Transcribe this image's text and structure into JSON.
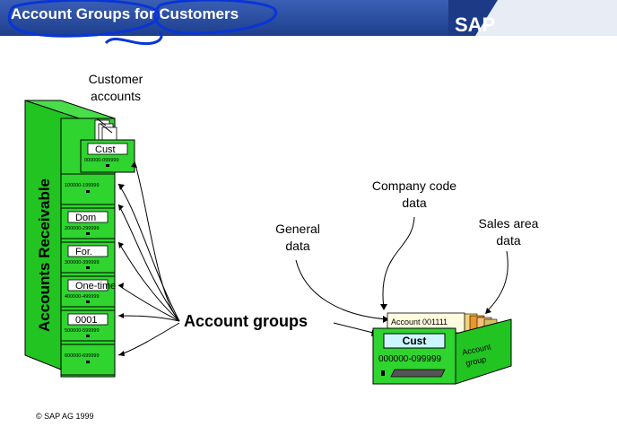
{
  "header": {
    "title": "Account Groups for Customers",
    "logo_text": "SAP",
    "bar_color": "#2a4b9b",
    "annotation_color": "#0a35d6"
  },
  "diagram": {
    "cabinet": {
      "vertical_label": "Accounts Receivable",
      "color": "#2fd42f",
      "drawers": [
        {
          "label": "Cust",
          "range": "000000-099999"
        },
        {
          "label": "",
          "range": "100000-199999"
        },
        {
          "label": "Dom",
          "range": "200000-299999"
        },
        {
          "label": "For.",
          "range": "300000-399999"
        },
        {
          "label": "One-time",
          "range": "400000-499999"
        },
        {
          "label": "0001",
          "range": "500000-599999"
        },
        {
          "label": "",
          "range": "600000-699999"
        }
      ]
    },
    "labels": {
      "customer_accounts": [
        "Customer",
        "accounts"
      ],
      "account_groups": "Account groups",
      "general_data": [
        "General",
        "data"
      ],
      "company_code_data": [
        "Company code",
        "data"
      ],
      "sales_area_data": [
        "Sales area",
        "data"
      ]
    },
    "box": {
      "account_card": "Account 001111",
      "label": "Cust",
      "range": "000000-099999",
      "side_text": [
        "Account",
        "group"
      ]
    }
  },
  "footer": {
    "copyright": "© SAP AG 1999"
  }
}
